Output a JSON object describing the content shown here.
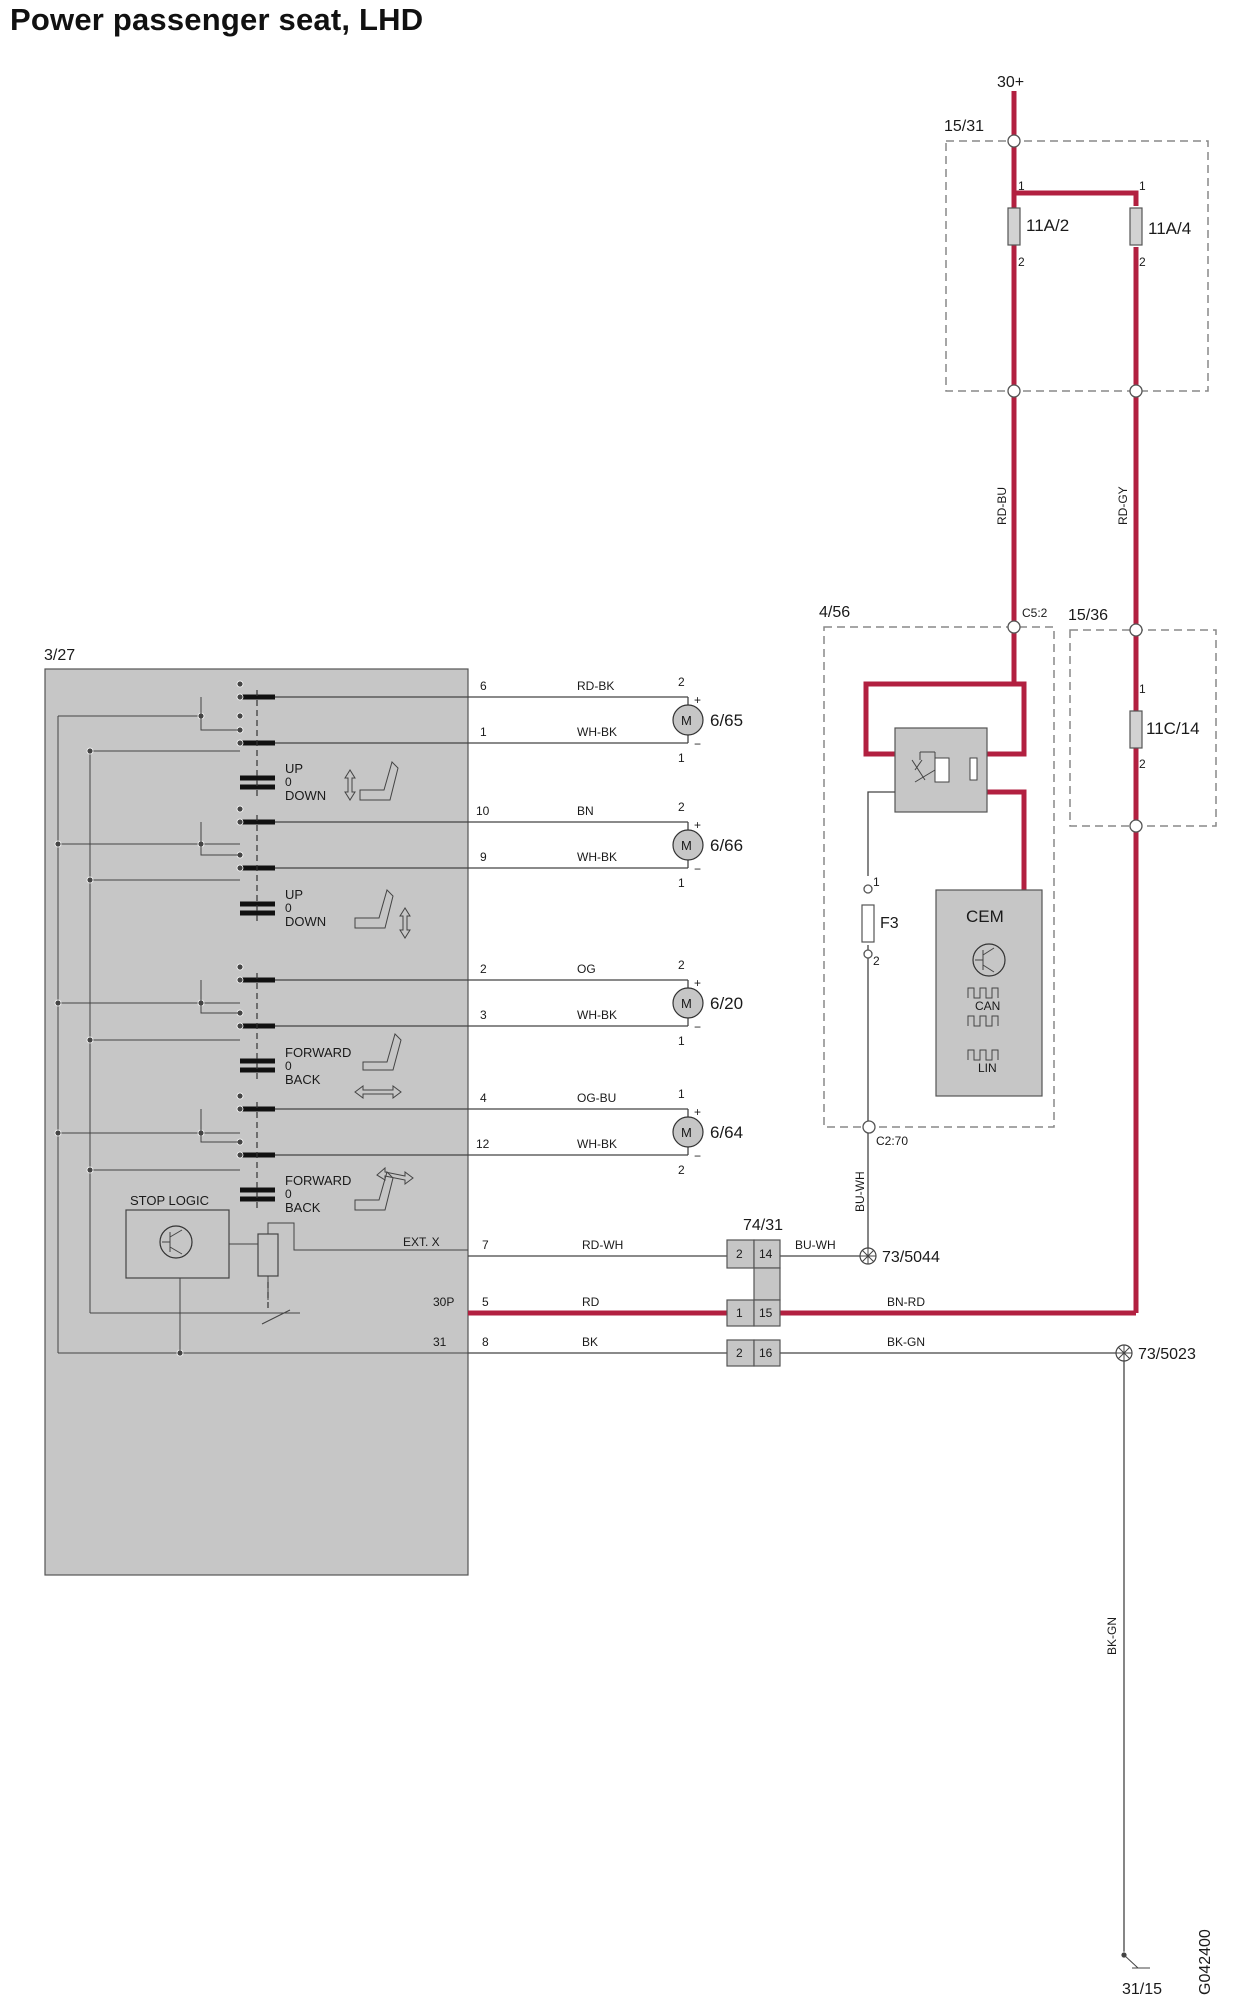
{
  "title": "Power passenger seat, LHD",
  "image_code": "G042400",
  "supply": {
    "terminal": "30+",
    "fuse_box": "15/31",
    "fuse1": "11A/2",
    "fuse2": "11A/4",
    "fuse_pin1": "1",
    "fuse_pin2": "2"
  },
  "wires_upper": {
    "left": "RD-BU",
    "right": "RD-GY"
  },
  "cem_box": {
    "label": "4/56",
    "connector_top": "C5:2",
    "connector_bottom": "C2:70",
    "fuse": "F3",
    "fuse_pin1": "1",
    "fuse_pin2": "2",
    "cem": "CEM",
    "can": "CAN",
    "lin": "LIN"
  },
  "fuse_box2": {
    "label": "15/36",
    "fuse": "11C/14",
    "pin1": "1",
    "pin2": "2"
  },
  "seat_module": {
    "label": "3/27",
    "stop_logic": "STOP LOGIC",
    "ext_x": "EXT. X",
    "p30": "30P",
    "p31": "31"
  },
  "switches": {
    "s1": {
      "up": "UP",
      "zero": "0",
      "down": "DOWN"
    },
    "s2": {
      "up": "UP",
      "zero": "0",
      "down": "DOWN"
    },
    "s3": {
      "up": "FORWARD",
      "zero": "0",
      "down": "BACK"
    },
    "s4": {
      "up": "FORWARD",
      "zero": "0",
      "down": "BACK"
    }
  },
  "motors": [
    {
      "id": "6/65",
      "pins": [
        "6",
        "1"
      ],
      "colors": [
        "RD-BK",
        "WH-BK"
      ],
      "terms": [
        "2",
        "1"
      ]
    },
    {
      "id": "6/66",
      "pins": [
        "10",
        "9"
      ],
      "colors": [
        "BN",
        "WH-BK"
      ],
      "terms": [
        "2",
        "1"
      ]
    },
    {
      "id": "6/20",
      "pins": [
        "2",
        "3"
      ],
      "colors": [
        "OG",
        "WH-BK"
      ],
      "terms": [
        "2",
        "1"
      ]
    },
    {
      "id": "6/64",
      "pins": [
        "4",
        "12"
      ],
      "colors": [
        "OG-BU",
        "WH-BK"
      ],
      "terms": [
        "1",
        "2"
      ]
    }
  ],
  "lower": {
    "pin7": "7",
    "wire7": "RD-WH",
    "pin5": "5",
    "wire5": "RD",
    "pin8": "8",
    "wire8": "BK",
    "connector": "74/31",
    "c_left": [
      "2",
      "1",
      "2"
    ],
    "c_right": [
      "14",
      "15",
      "16"
    ],
    "bu_wh": "BU-WH",
    "bn_rd": "BN-RD",
    "bk_gn": "BK-GN",
    "splice1": "73/5044",
    "splice2": "73/5023",
    "ground_wire": "BK-GN",
    "ground": "31/15"
  },
  "colors": {
    "power": "#b22040",
    "module": "#c6c6c6",
    "wire": "#444444"
  }
}
